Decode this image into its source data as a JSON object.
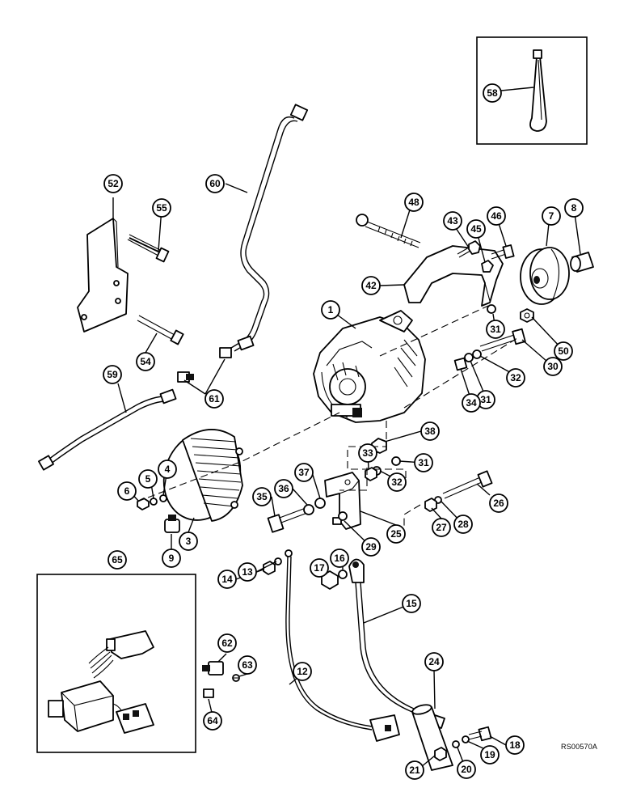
{
  "diagram": {
    "reference_code": "RS00570A",
    "callouts": [
      {
        "id": "c1",
        "label": "1"
      },
      {
        "id": "c3",
        "label": "3"
      },
      {
        "id": "c4",
        "label": "4"
      },
      {
        "id": "c5",
        "label": "5"
      },
      {
        "id": "c6",
        "label": "6"
      },
      {
        "id": "c7",
        "label": "7"
      },
      {
        "id": "c8",
        "label": "8"
      },
      {
        "id": "c9",
        "label": "9"
      },
      {
        "id": "c12",
        "label": "12"
      },
      {
        "id": "c13",
        "label": "13"
      },
      {
        "id": "c14",
        "label": "14"
      },
      {
        "id": "c15",
        "label": "15"
      },
      {
        "id": "c16",
        "label": "16"
      },
      {
        "id": "c17",
        "label": "17"
      },
      {
        "id": "c18",
        "label": "18"
      },
      {
        "id": "c19",
        "label": "19"
      },
      {
        "id": "c20",
        "label": "20"
      },
      {
        "id": "c21",
        "label": "21"
      },
      {
        "id": "c24",
        "label": "24"
      },
      {
        "id": "c25",
        "label": "25"
      },
      {
        "id": "c26",
        "label": "26"
      },
      {
        "id": "c27",
        "label": "27"
      },
      {
        "id": "c28",
        "label": "28"
      },
      {
        "id": "c29",
        "label": "29"
      },
      {
        "id": "c30",
        "label": "30"
      },
      {
        "id": "c31a",
        "label": "31"
      },
      {
        "id": "c31b",
        "label": "31"
      },
      {
        "id": "c31c",
        "label": "31"
      },
      {
        "id": "c32a",
        "label": "32"
      },
      {
        "id": "c32b",
        "label": "32"
      },
      {
        "id": "c33",
        "label": "33"
      },
      {
        "id": "c34",
        "label": "34"
      },
      {
        "id": "c35",
        "label": "35"
      },
      {
        "id": "c36",
        "label": "36"
      },
      {
        "id": "c37",
        "label": "37"
      },
      {
        "id": "c38",
        "label": "38"
      },
      {
        "id": "c42",
        "label": "42"
      },
      {
        "id": "c43",
        "label": "43"
      },
      {
        "id": "c45",
        "label": "45"
      },
      {
        "id": "c46",
        "label": "46"
      },
      {
        "id": "c48",
        "label": "48"
      },
      {
        "id": "c50",
        "label": "50"
      },
      {
        "id": "c52",
        "label": "52"
      },
      {
        "id": "c54",
        "label": "54"
      },
      {
        "id": "c55",
        "label": "55"
      },
      {
        "id": "c58",
        "label": "58"
      },
      {
        "id": "c59",
        "label": "59"
      },
      {
        "id": "c60",
        "label": "60"
      },
      {
        "id": "c61",
        "label": "61"
      },
      {
        "id": "c62",
        "label": "62"
      },
      {
        "id": "c63",
        "label": "63"
      },
      {
        "id": "c64",
        "label": "64"
      },
      {
        "id": "c65",
        "label": "65"
      }
    ]
  }
}
